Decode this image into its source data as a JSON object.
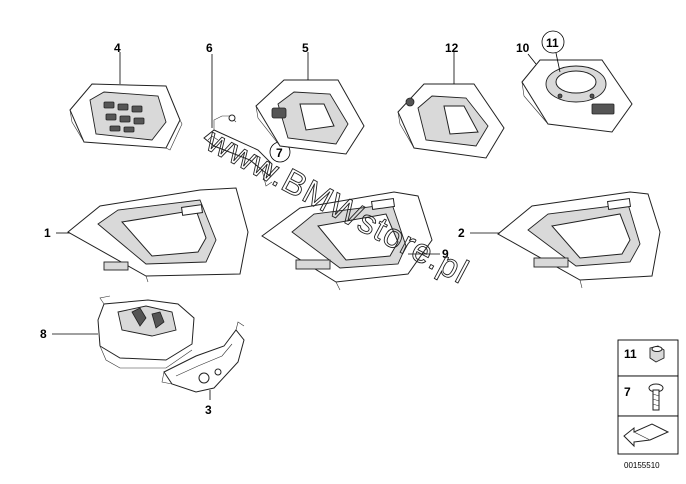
{
  "watermark": "www.BMWstore.pl",
  "callouts": {
    "p1": "1",
    "p2": "2",
    "p3": "3",
    "p4": "4",
    "p5": "5",
    "p6": "6",
    "p7": "7",
    "p8": "8",
    "p9": "9",
    "p10": "10",
    "p11": "11",
    "p12": "12"
  },
  "legend": {
    "row1": "11",
    "row2": "7"
  },
  "catalog_number": "00155510"
}
